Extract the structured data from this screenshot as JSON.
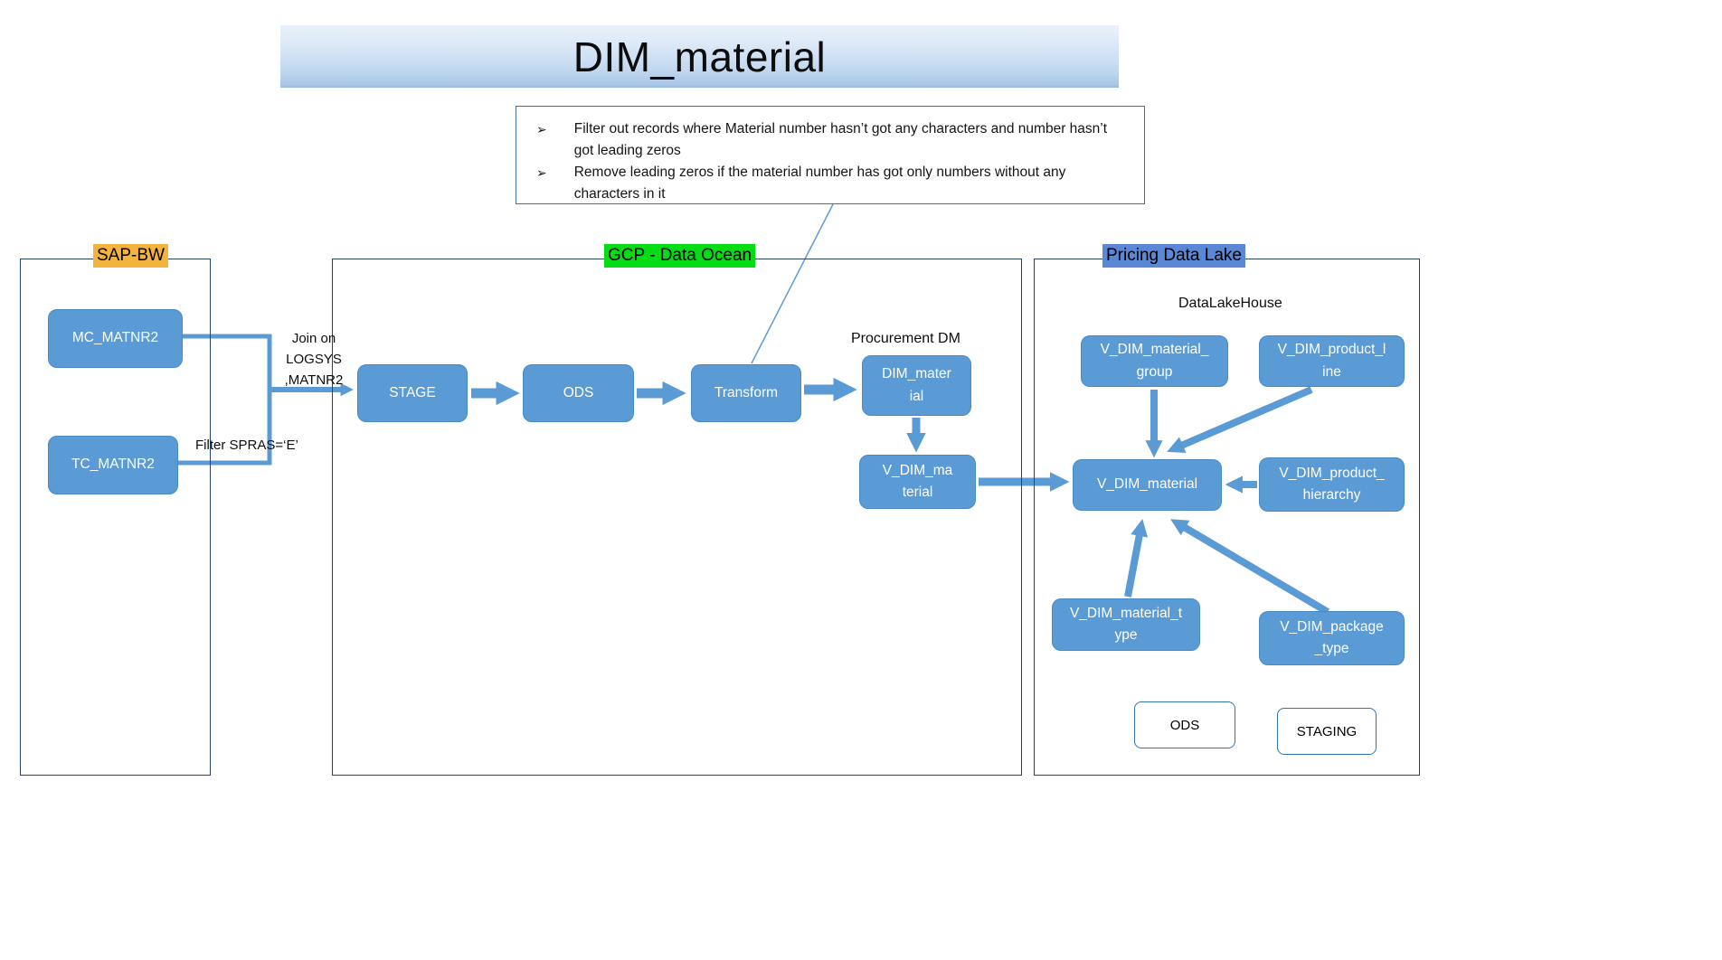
{
  "title": "DIM_material",
  "note": {
    "bullet_glyph": "➢",
    "bullets": [
      "Filter out records where Material number hasn’t got any characters and number hasn’t got leading zeros",
      "Remove leading zeros if the material number has got only numbers without any characters in it"
    ]
  },
  "sections": {
    "sap": {
      "label": "SAP-BW"
    },
    "gcp": {
      "label": "GCP - Data Ocean"
    },
    "pricing": {
      "label": "Pricing Data Lake",
      "sublabel": "DataLakeHouse"
    }
  },
  "nodes": {
    "mc_matnr2": "MC_MATNR2",
    "tc_matnr2": "TC_MATNR2",
    "stage": "STAGE",
    "ods": "ODS",
    "transform": "Transform",
    "dim_material": "DIM_material",
    "v_dim_material_gcp": "V_DIM_material",
    "v_dim_material_group": "V_DIM_material_group",
    "v_dim_product_line": "V_DIM_product_line",
    "v_dim_material": "V_DIM_material",
    "v_dim_product_hierarchy": "V_DIM_product_hierarchy",
    "v_dim_material_type": "V_DIM_material_type",
    "v_dim_package_type": "V_DIM_package_type",
    "ods_pricing": "ODS",
    "staging": "STAGING"
  },
  "annotations": {
    "join_on": "Join on LOGSYS ,MATNR2",
    "filter": "Filter SPRAS=‘E’",
    "procurement_dm": "Procurement DM"
  },
  "colors": {
    "node_fill": "#5b9bd5",
    "arrow": "#5b9bd5",
    "sap_label_bg": "#f2b43d",
    "gcp_label_bg": "#04dd14",
    "pricing_label_bg": "#5b87d7",
    "container_border": "#27456a"
  }
}
